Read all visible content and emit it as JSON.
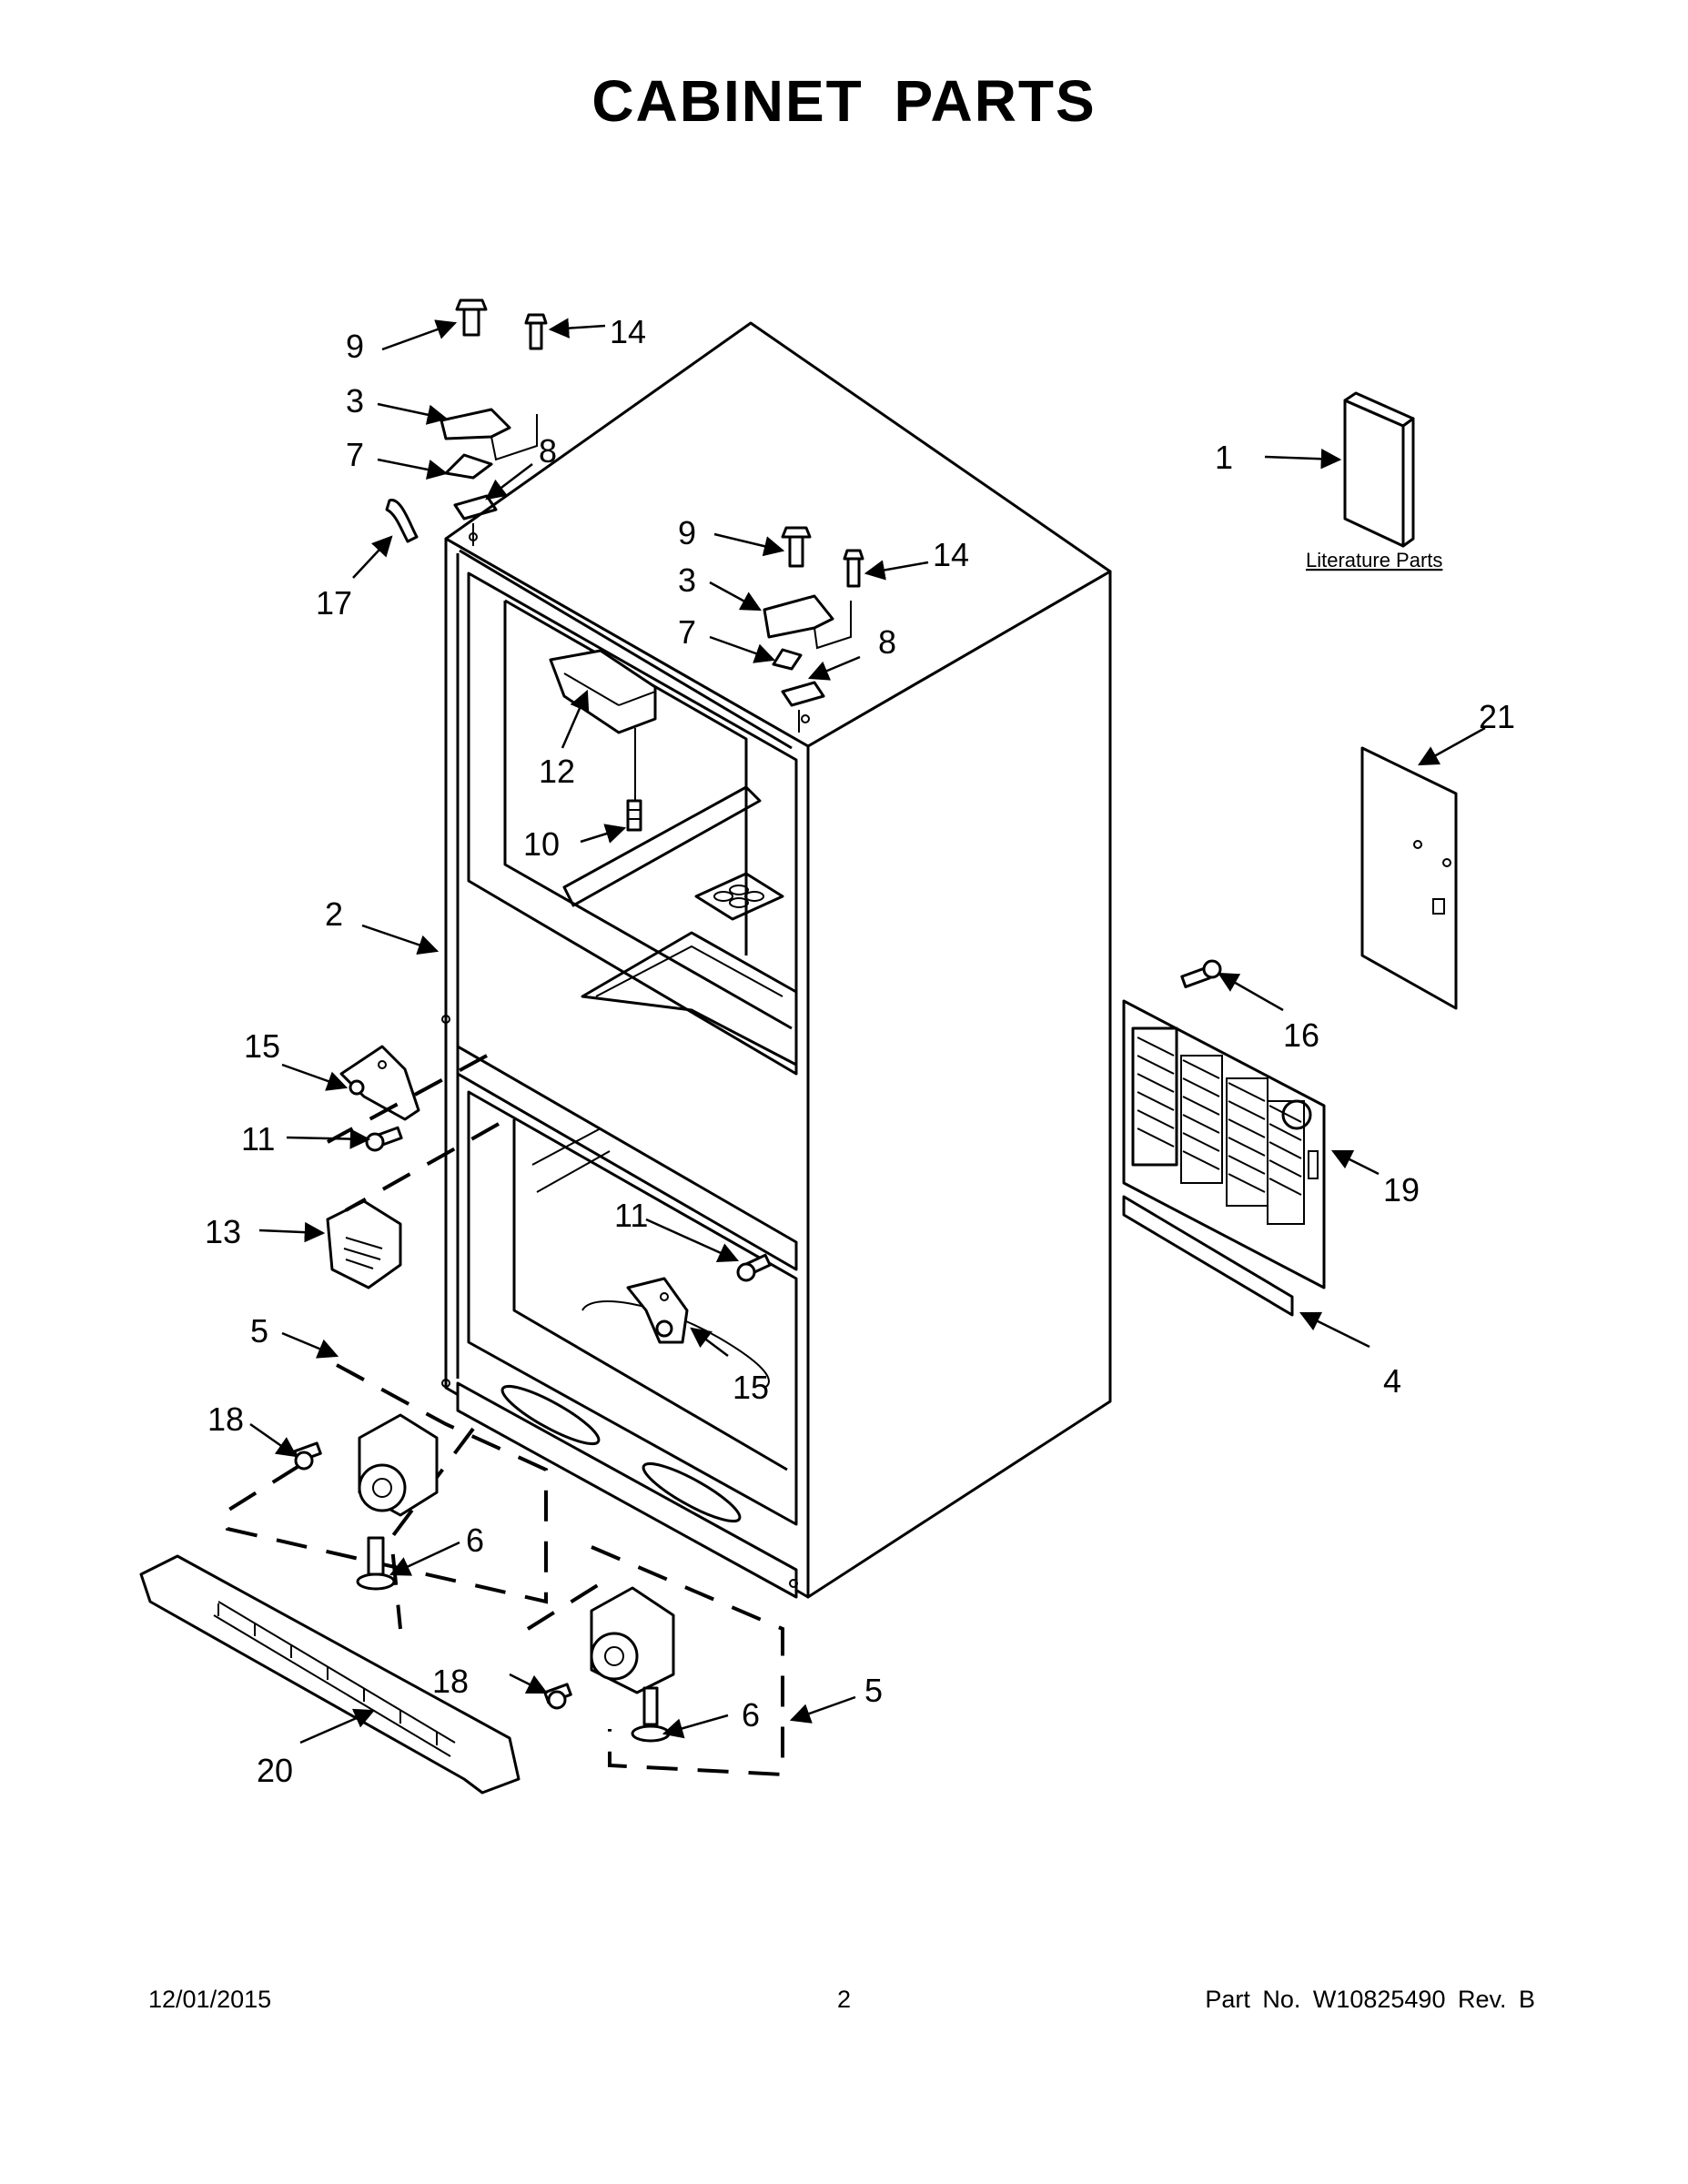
{
  "title": "CABINET PARTS",
  "literature_label": "Literature Parts",
  "callouts": {
    "c1": "1",
    "c2": "2",
    "c3a": "3",
    "c3b": "3",
    "c4": "4",
    "c5a": "5",
    "c5b": "5",
    "c6a": "6",
    "c6b": "6",
    "c7a": "7",
    "c7b": "7",
    "c8a": "8",
    "c8b": "8",
    "c9a": "9",
    "c9b": "9",
    "c10": "10",
    "c11a": "11",
    "c11b": "11",
    "c12": "12",
    "c13": "13",
    "c14a": "14",
    "c14b": "14",
    "c15a": "15",
    "c15b": "15",
    "c16": "16",
    "c17": "17",
    "c18a": "18",
    "c18b": "18",
    "c19": "19",
    "c20": "20",
    "c21": "21"
  },
  "footer": {
    "date": "12/01/2015",
    "page": "2",
    "part_no": "Part No. W10825490 Rev. B"
  }
}
